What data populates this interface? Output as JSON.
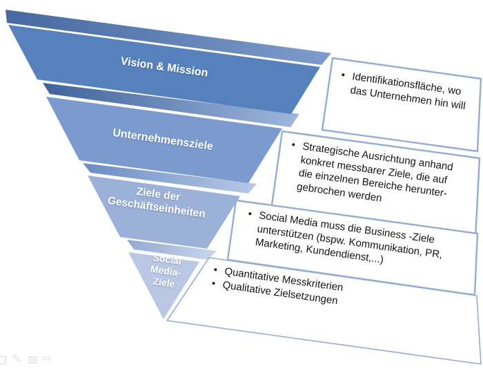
{
  "diagram": {
    "type": "inverted-pyramid-with-callouts",
    "bullet_char": "•",
    "levels": [
      {
        "label": "Vision & Mission",
        "color": "#5781BC",
        "bullets": [
          "Identifikationsfläche, wo\ndas Unternehmen hin will"
        ]
      },
      {
        "label": "Unternehmensziele",
        "color": "#7B9BCF",
        "bullets": [
          "Strategische Ausrichtung anhand\nkonkret messbarer Ziele, die auf\ndie einzelnen Bereiche herunter-\ngebrochen werden"
        ]
      },
      {
        "label": "Ziele der\nGeschäftseinheiten",
        "color": "#9BB1D8",
        "bullets": [
          "Social Media muss die Business -Ziele\nunterstützen (bspw. Kommunikation, PR,\nMarketing, Kundendienst,...)"
        ]
      },
      {
        "label": "Social\nMedia-\nZiele",
        "color": "#B9C7E4",
        "bullets": [
          "Quantitative Messkriterien",
          "Qualitative Zielsetzungen"
        ]
      }
    ],
    "colors": {
      "box_border": "#92ACD6",
      "label_text": "#FFFFFF",
      "bullet_text": "#141414"
    }
  },
  "toolbar": {
    "pen_glyph": "✎",
    "arrow_glyph": "⇨"
  }
}
